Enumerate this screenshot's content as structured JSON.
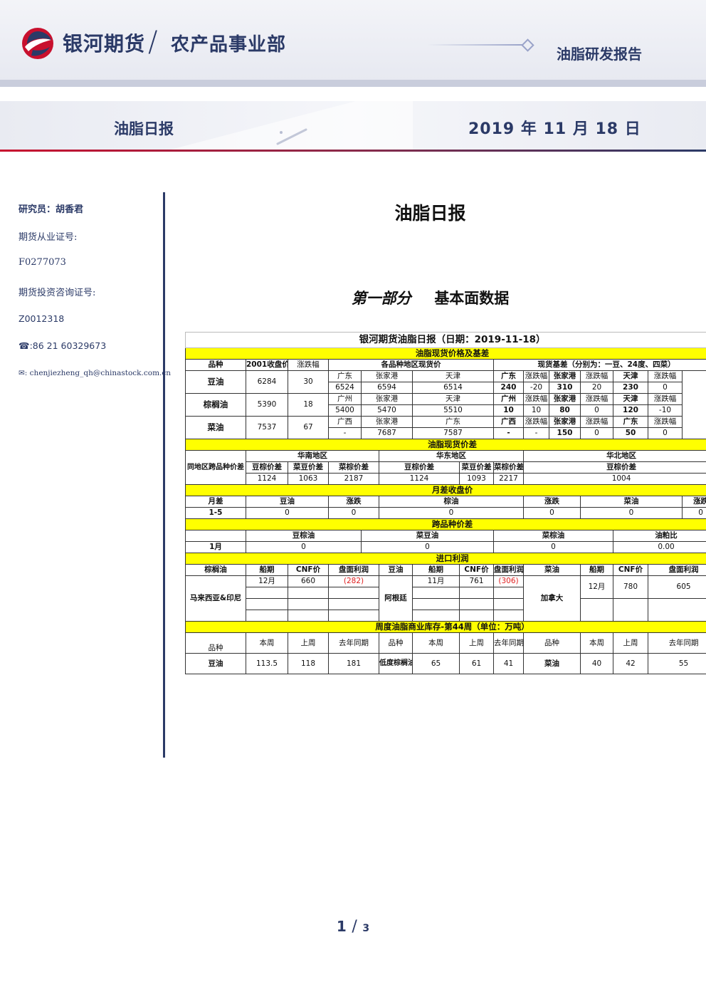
{
  "header": {
    "company": "银河期货",
    "division": "农产品事业部",
    "report_type": "油脂研发报告"
  },
  "banner": {
    "title": "油脂日报",
    "date": "2019 年 11 月 18 日"
  },
  "sidebar": {
    "researcher": "研究员：胡香君",
    "license_label": "期货从业证号:",
    "license_no": "F0277073",
    "consult_label": "期货投资咨询证号:",
    "consult_no": "Z0012318",
    "phone": "☎:86 21 60329673",
    "email": "✉: chenjiezheng_qh@chinastock.com.cn"
  },
  "main": {
    "title": "油脂日报",
    "part_label": "第一部分",
    "part_name": "基本面数据"
  },
  "table": {
    "title": "银河期货油脂日报（日期：2019-11-18）",
    "s1": {
      "heading": "油脂现货价格及基差",
      "h_variety": "品种",
      "h_close": "2001收盘价",
      "h_change": "涨跌幅",
      "h_spot": "各品种地区现货价",
      "h_basis": "现货基差（分别为：一豆、24度、四菜）",
      "rows": [
        {
          "name": "豆油",
          "close": "6284",
          "change": "30",
          "regions": [
            "广东",
            "张家港",
            "天津"
          ],
          "prices": [
            "6524",
            "6594",
            "6514"
          ],
          "b1_region": "广东",
          "b1_label": "涨跌幅",
          "b2_region": "张家港",
          "b2_label": "涨跌幅",
          "b3_region": "天津",
          "b3_label": "涨跌幅",
          "b1_val": "240",
          "b1_chg": "-20",
          "b2_val": "310",
          "b2_chg": "20",
          "b3_val": "230",
          "b3_chg": "0"
        },
        {
          "name": "棕榈油",
          "close": "5390",
          "change": "18",
          "regions": [
            "广州",
            "张家港",
            "天津"
          ],
          "prices": [
            "5400",
            "5470",
            "5510"
          ],
          "b1_region": "广州",
          "b1_label": "涨跌幅",
          "b2_region": "张家港",
          "b2_label": "涨跌幅",
          "b3_region": "天津",
          "b3_label": "涨跌幅",
          "b1_val": "10",
          "b1_chg": "10",
          "b2_val": "80",
          "b2_chg": "0",
          "b3_val": "120",
          "b3_chg": "-10"
        },
        {
          "name": "菜油",
          "close": "7537",
          "change": "67",
          "regions": [
            "广西",
            "张家港",
            "广东"
          ],
          "prices": [
            "-",
            "7687",
            "7587"
          ],
          "b1_region": "广西",
          "b1_label": "涨跌幅",
          "b2_region": "张家港",
          "b2_label": "涨跌幅",
          "b3_region": "广东",
          "b3_label": "涨跌幅",
          "b1_val": "-",
          "b1_chg": "-",
          "b2_val": "150",
          "b2_chg": "0",
          "b3_val": "50",
          "b3_chg": "0"
        }
      ]
    },
    "s2": {
      "heading": "油脂现货价差",
      "row_label": "同地区跨品种价差",
      "south": "华南地区",
      "east": "华东地区",
      "north": "华北地区",
      "south_cols": [
        "豆棕价差",
        "菜豆价差",
        "菜棕价差"
      ],
      "east_cols": [
        "豆棕价差",
        "菜豆价差",
        "菜棕价差"
      ],
      "north_col": "豆棕价差",
      "south_vals": [
        "1124",
        "1063",
        "2187"
      ],
      "east_vals": [
        "1124",
        "1093",
        "2217"
      ],
      "north_val": "1004"
    },
    "s3": {
      "heading": "月差收盘价",
      "h_month": "月差",
      "h_soy": "豆油",
      "h_chg1": "涨跌",
      "h_palm": "棕油",
      "h_chg2": "涨跌",
      "h_rape": "菜油",
      "h_chg3": "涨跌",
      "row": {
        "label": "1-5",
        "soy": "0",
        "chg1": "0",
        "palm": "0",
        "chg2": "0",
        "rape": "0",
        "chg3": "0"
      }
    },
    "s4": {
      "heading": "跨品种价差",
      "h_sp": "豆棕油",
      "h_rs": "菜豆油",
      "h_rp": "菜棕油",
      "h_ratio": "油粕比",
      "row": {
        "label": "1月",
        "sp": "0",
        "rs": "0",
        "rp": "0",
        "ratio": "0.00"
      }
    },
    "s5": {
      "heading": "进口利润",
      "h_palm": "棕榈油",
      "h_ship": "船期",
      "h_cnf": "CNF价",
      "h_profit": "盘面利润",
      "h_soy": "豆油",
      "h_rape": "菜油",
      "palm_origin": "马来西亚&印尼",
      "soy_origin": "阿根廷",
      "rape_origin": "加拿大",
      "palm": {
        "ship": "12月",
        "cnf": "660",
        "profit": "(282)"
      },
      "soy": {
        "ship": "11月",
        "cnf": "761",
        "profit": "(306)"
      },
      "rape": {
        "ship": "12月",
        "cnf": "780",
        "profit": "605"
      }
    },
    "s6": {
      "heading": "周度油脂商业库存-第44周（单位：万吨）",
      "h_variety": "品种",
      "h_this": "本周",
      "h_last": "上周",
      "h_yoy": "去年同期",
      "groups": [
        {
          "name": "豆油",
          "this": "113.5",
          "last": "118",
          "yoy": "181"
        },
        {
          "name": "低度棕榈油",
          "this": "65",
          "last": "61",
          "yoy": "41"
        },
        {
          "name": "菜油",
          "this": "40",
          "last": "42",
          "yoy": "55"
        }
      ]
    }
  },
  "footer": {
    "page": "1",
    "sep": "/",
    "total": "3"
  }
}
